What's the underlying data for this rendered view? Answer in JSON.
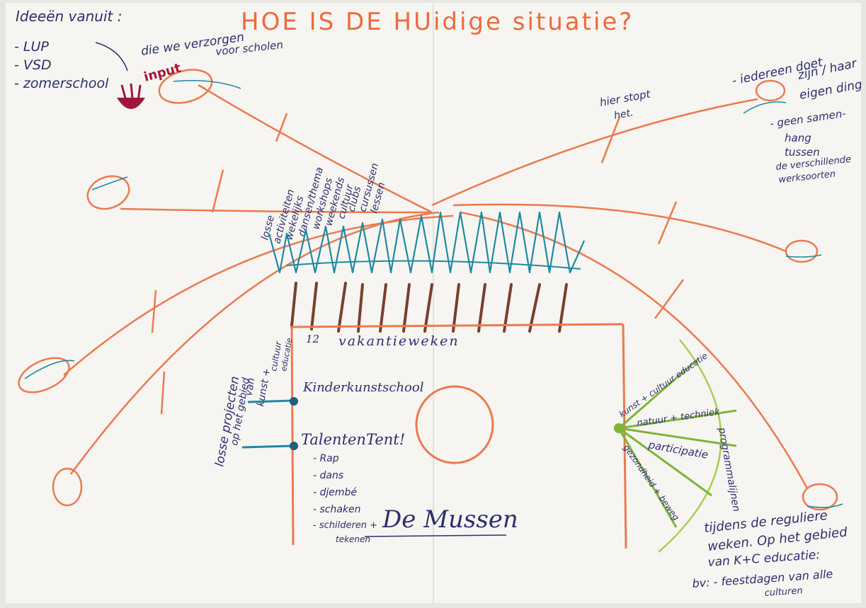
{
  "title": "HOE IS DE HUidige situatie?",
  "colors": {
    "paper": "#f6f5f1",
    "orange": "#ec7a4e",
    "title_orange": "#ee6a3c",
    "ink": "#2e2f6e",
    "blue_green": "#1f8aa3",
    "brown": "#7a3f2c",
    "green": "#7fb33a",
    "light_green": "#a9cf55",
    "magenta": "#a1173a"
  },
  "top_left": {
    "heading": "Ideeën vanuit :",
    "items": [
      "- LUP",
      "- VSD",
      "- zomerschool"
    ],
    "note_line1": "die we verzorgen",
    "note_line2": "voor scholen",
    "input_label": "input"
  },
  "top_right": {
    "note_line1": "- iedereen doet",
    "note_line2": "zijn / haar",
    "note_line3": "eigen ding",
    "note2_line1": "- geen samen-",
    "note2_line2": "hang",
    "note2_line3": "tussen",
    "note2_line4": "de verschillende",
    "note2_line5": "werksoorten",
    "stop_line1": "hier stopt",
    "stop_line2": "het."
  },
  "center": {
    "activities": [
      "losse",
      "activiteiten",
      "wekelijks",
      "dansen/thema",
      "workshops",
      "weekends",
      "cultuur",
      "clubs",
      "cursussen",
      "lessen"
    ],
    "weeks_number": "12",
    "weeks_label": "vakantieweken"
  },
  "house": {
    "side_label_line1": "losse projecten",
    "side_label_line2": "op het gebied",
    "side_label_line3": "van",
    "side_label_line4": "kunst +",
    "side_label_line5": "cultuur",
    "side_label_line6": "educatie",
    "branch1": "Kinderkunstschool",
    "branch2": "TalentenTent!",
    "branch2_items": [
      "- Rap",
      "- dans",
      "- djembé",
      "- schaken",
      "- schilderen +",
      "tekenen"
    ],
    "name": "De Mussen"
  },
  "fan": {
    "items": [
      "kunst + cultuur educatie",
      "natuur + techniek",
      "participatie",
      "gezondheid + beweg"
    ],
    "arc_label": "programmalijnen"
  },
  "bottom_right": {
    "line1": "tijdens de reguliere",
    "line2": "weken. Op het gebied",
    "line3": "van K+C educatie:",
    "line4": "bv: - feestdagen van alle",
    "line5": "culturen"
  }
}
